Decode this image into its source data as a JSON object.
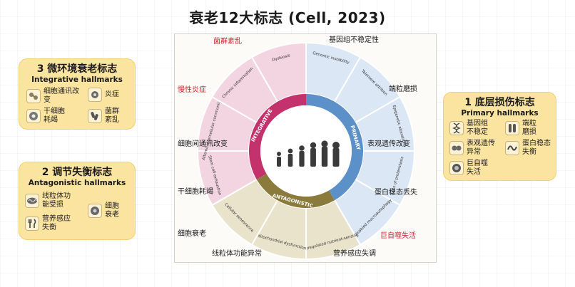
{
  "title": "衰老12大标志 (Cell, 2023)",
  "figure": {
    "ring_labels": {
      "integrative": "INTEGRATIVE",
      "primary": "PRIMARY",
      "antagonistic": "ANTAGONISTIC"
    },
    "segments": [
      {
        "en": "Dysbiosis",
        "zh": "菌群紊乱",
        "zh_red": true
      },
      {
        "en": "Genomic instability",
        "zh": "基因组不稳定性",
        "zh_red": false
      },
      {
        "en": "Telomere attrition",
        "zh": "端粒磨损",
        "zh_red": false
      },
      {
        "en": "Epigenetic alterations",
        "zh": "表观遗传改变",
        "zh_red": false
      },
      {
        "en": "Loss of proteostasis",
        "zh": "蛋白稳态丢失",
        "zh_red": false
      },
      {
        "en": "Disabled macroautophagy",
        "zh": "巨自噬失活",
        "zh_red": true
      },
      {
        "en": "Deregulated nutrient-sensing",
        "zh": "营养感应失调",
        "zh_red": false
      },
      {
        "en": "Mitochondrial dysfunction",
        "zh": "线粒体功能异常",
        "zh_red": false
      },
      {
        "en": "Cellular senescence",
        "zh": "细胞衰老",
        "zh_red": false
      },
      {
        "en": "Stem cell exhaustion",
        "zh": "干细胞耗竭",
        "zh_red": false
      },
      {
        "en": "Altered intercellular communication",
        "zh": "细胞间通讯改变",
        "zh_red": false
      },
      {
        "en": "Chronic inflammation",
        "zh": "慢性炎症",
        "zh_red": true
      }
    ]
  },
  "panels": {
    "integrative": {
      "title": "3 微环境衰老标志",
      "subtitle": "Integrative hallmarks",
      "items": [
        {
          "label": "细胞通讯改变",
          "icon": "cell-communication-icon"
        },
        {
          "label": "炎症",
          "icon": "inflammation-icon"
        },
        {
          "label": "干细胞耗竭",
          "icon": "stem-cell-icon"
        },
        {
          "label": "菌群紊乱",
          "icon": "bacteria-icon"
        }
      ]
    },
    "antagonistic": {
      "title": "2 调节失衡标志",
      "subtitle": "Antagonistic hallmarks",
      "items": [
        {
          "label": "线粒体功能受损",
          "icon": "mitochondria-icon"
        },
        {
          "label": "细胞衰老",
          "icon": "senescent-cell-icon"
        },
        {
          "label": "营养感应失衡",
          "icon": "fork-knife-icon"
        }
      ]
    },
    "primary": {
      "title": "1 底层损伤标志",
      "subtitle": "Primary hallmarks",
      "items": [
        {
          "label": "基因组不稳定",
          "icon": "dna-icon"
        },
        {
          "label": "端粒磨损",
          "icon": "telomere-icon"
        },
        {
          "label": "表观遗传异常",
          "icon": "epigenetic-icon"
        },
        {
          "label": "蛋白稳态失衡",
          "icon": "protein-icon"
        },
        {
          "label": "巨自噬失活",
          "icon": "autophagy-icon"
        }
      ]
    }
  },
  "colors": {
    "integrative": "#c4326e",
    "integrative_light": "#f2d5e0",
    "primary": "#5c90c8",
    "primary_light": "#dbe7f4",
    "antagonistic": "#8a7a3c",
    "antagonistic_light": "#e9e3cc",
    "panel_bg": "#fbe4a0",
    "red_label": "#d81e2c"
  }
}
